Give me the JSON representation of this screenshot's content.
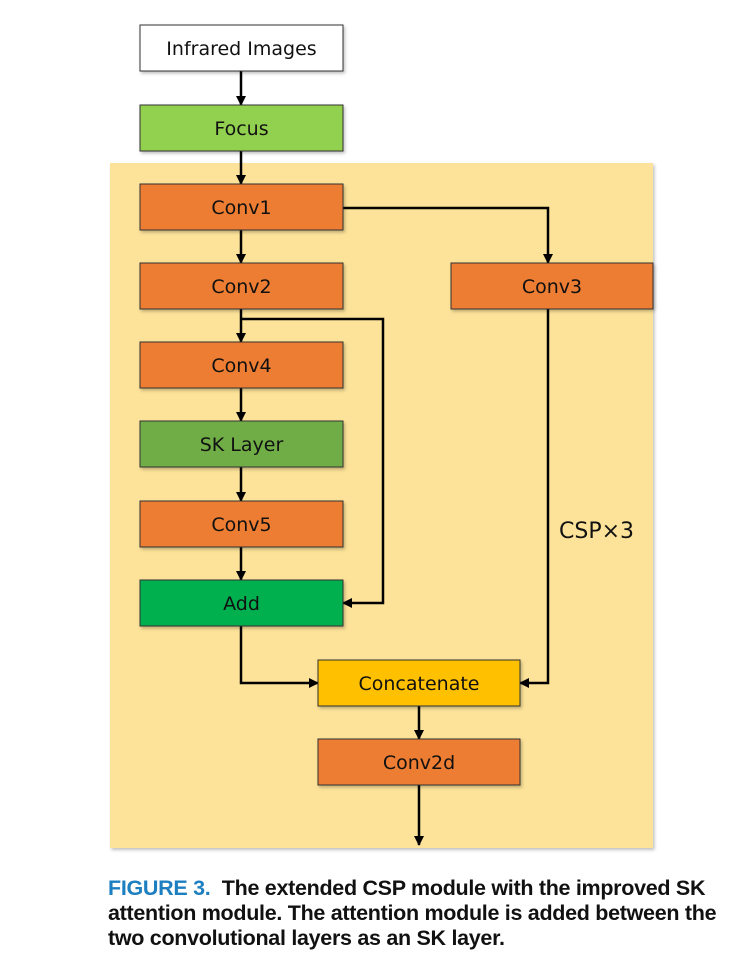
{
  "diagram": {
    "title": "Extended CSP module",
    "container_label": "CSP×3",
    "colors": {
      "container": "#fde399",
      "input": "#ffffff",
      "focus": "#92d050",
      "conv": "#ed7d31",
      "sk_layer": "#70ad47",
      "add": "#00b050",
      "concat": "#ffc000",
      "arrow": "#000000"
    },
    "nodes": [
      {
        "id": "input",
        "label": "Infrared Images",
        "type": "input"
      },
      {
        "id": "focus",
        "label": "Focus",
        "type": "focus"
      },
      {
        "id": "conv1",
        "label": "Conv1",
        "type": "conv"
      },
      {
        "id": "conv2",
        "label": "Conv2",
        "type": "conv"
      },
      {
        "id": "conv3",
        "label": "Conv3",
        "type": "conv"
      },
      {
        "id": "conv4",
        "label": "Conv4",
        "type": "conv"
      },
      {
        "id": "sk",
        "label": "SK Layer",
        "type": "sk_layer"
      },
      {
        "id": "conv5",
        "label": "Conv5",
        "type": "conv"
      },
      {
        "id": "add",
        "label": "Add",
        "type": "add"
      },
      {
        "id": "concat",
        "label": "Concatenate",
        "type": "concat"
      },
      {
        "id": "conv2d",
        "label": "Conv2d",
        "type": "conv"
      }
    ],
    "edges": [
      [
        "input",
        "focus"
      ],
      [
        "focus",
        "conv1"
      ],
      [
        "conv1",
        "conv2"
      ],
      [
        "conv1",
        "conv3"
      ],
      [
        "conv2",
        "conv4"
      ],
      [
        "conv2",
        "add"
      ],
      [
        "conv4",
        "sk"
      ],
      [
        "sk",
        "conv5"
      ],
      [
        "conv5",
        "add"
      ],
      [
        "add",
        "concat"
      ],
      [
        "conv3",
        "concat"
      ],
      [
        "concat",
        "conv2d"
      ],
      [
        "conv2d",
        "output"
      ]
    ]
  },
  "caption": {
    "label": "FIGURE 3.",
    "text": "The extended CSP module with the improved SK attention module. The attention module is added between the two convolutional layers as an SK layer."
  }
}
